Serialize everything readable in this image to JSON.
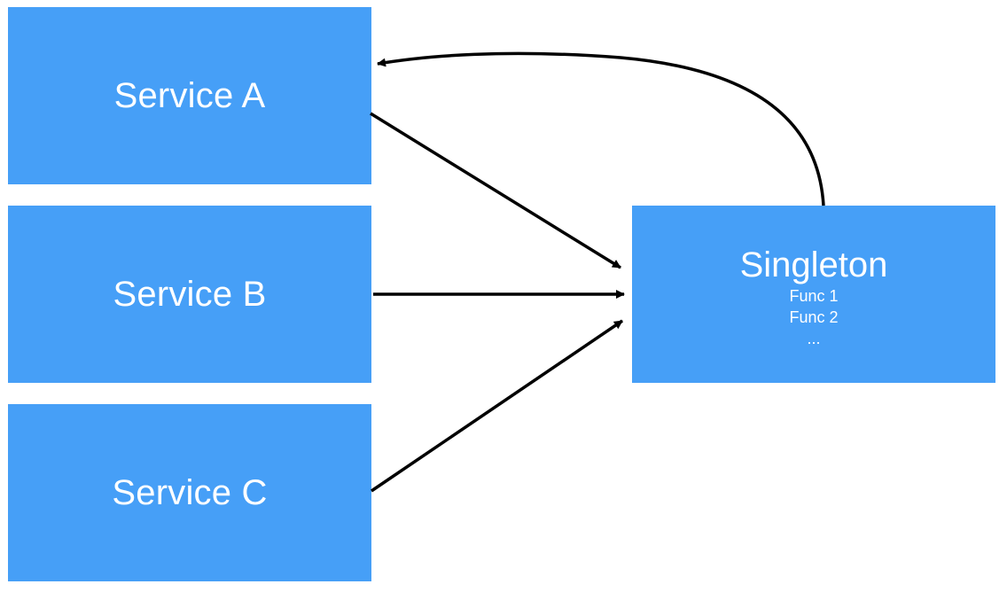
{
  "nodes": {
    "service_a": {
      "label": "Service A"
    },
    "service_b": {
      "label": "Service B"
    },
    "service_c": {
      "label": "Service C"
    },
    "singleton": {
      "title": "Singleton",
      "lines": [
        "Func 1",
        "Func 2",
        "..."
      ]
    }
  },
  "edges": [
    {
      "from": "Service A",
      "to": "Singleton"
    },
    {
      "from": "Service B",
      "to": "Singleton"
    },
    {
      "from": "Service C",
      "to": "Singleton"
    },
    {
      "from": "Singleton",
      "to": "Service A"
    }
  ],
  "colors": {
    "node_fill": "#469ff7",
    "node_text": "#ffffff",
    "edge": "#000000"
  }
}
